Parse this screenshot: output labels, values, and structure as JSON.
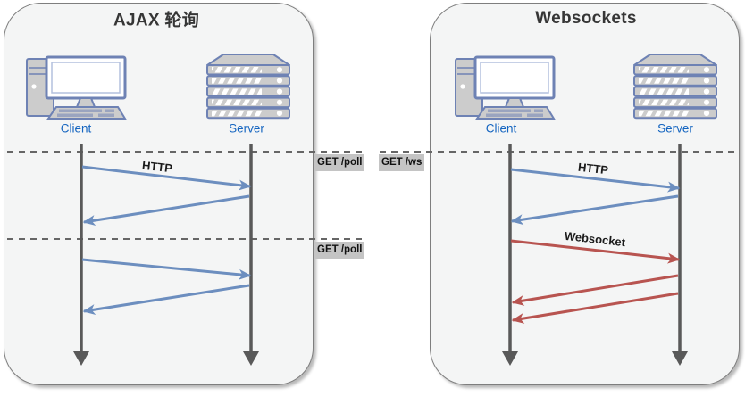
{
  "diagram": {
    "left_panel": {
      "title": "AJAX 轮询",
      "client_label": "Client",
      "server_label": "Server",
      "http_arrow_label": "HTTP",
      "poll_label_1": "GET /poll",
      "poll_label_2": "GET /poll"
    },
    "right_panel": {
      "title": "Websockets",
      "client_label": "Client",
      "server_label": "Server",
      "http_arrow_label": "HTTP",
      "websocket_arrow_label": "Websocket",
      "ws_label": "GET /ws"
    },
    "colors": {
      "http_arrow": "#6c8ebf",
      "websocket_arrow": "#b85450",
      "lifeline": "#595959",
      "dashed_line": "#666666",
      "node_label": "#1565c0",
      "panel_background": "#f4f5f5"
    }
  }
}
